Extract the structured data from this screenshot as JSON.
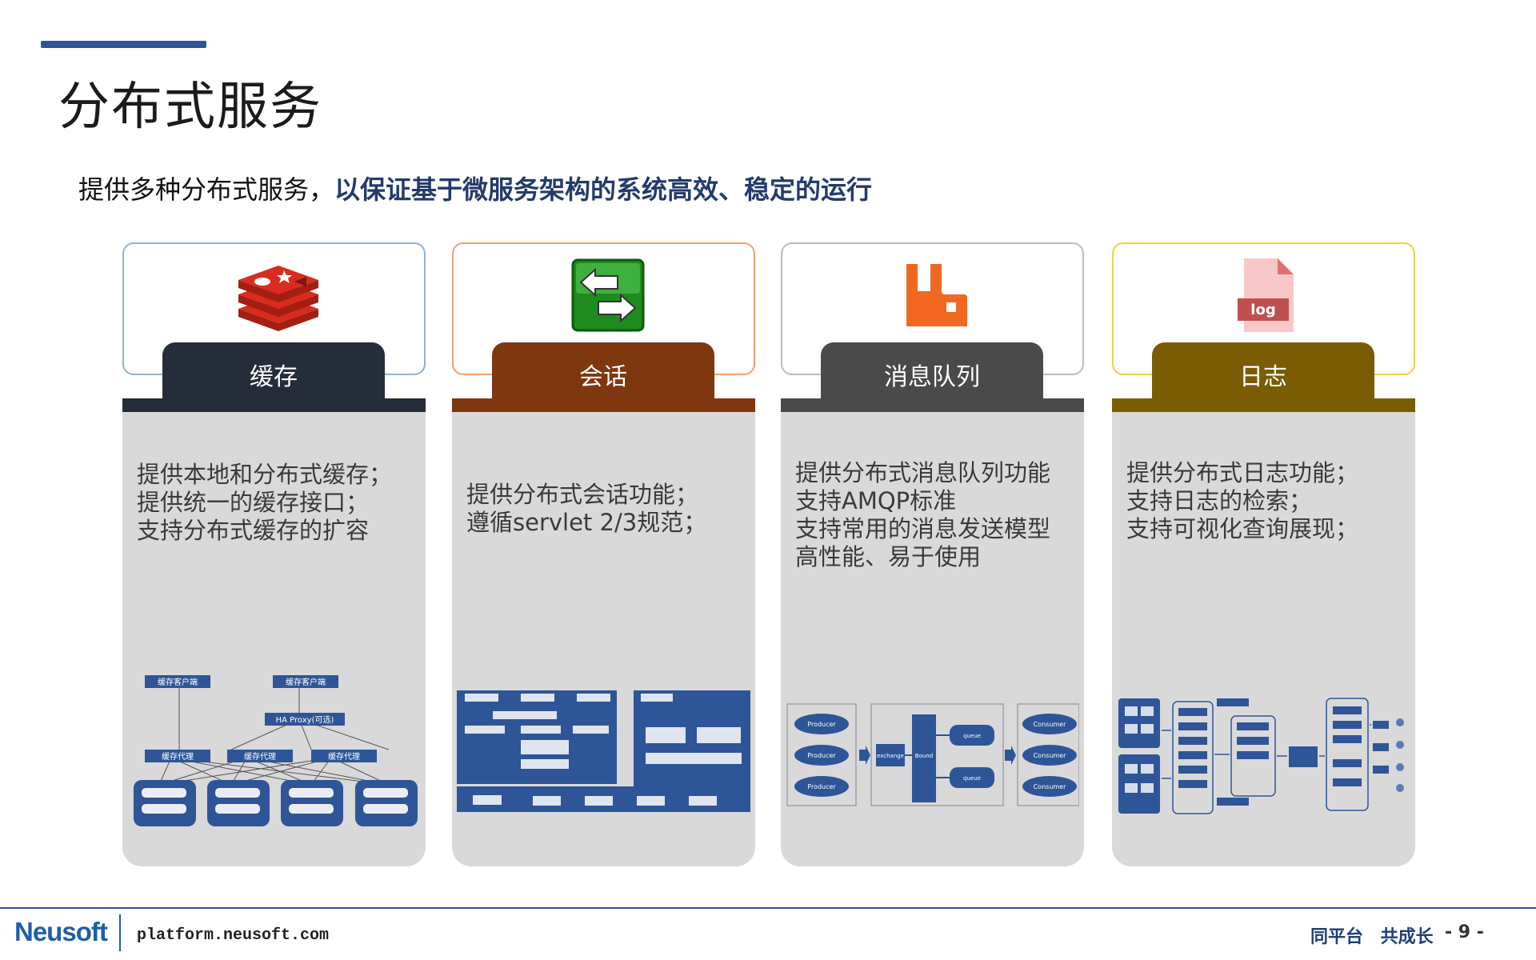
{
  "title": "分布式服务",
  "subtitle": {
    "normal": "提供多种分布式服务，",
    "bold": "以保证基于微服务架构的系统高效、稳定的运行"
  },
  "cards": [
    {
      "label": "缓存",
      "icon": "redis-icon",
      "color": "#252d3b",
      "border": "#8fb2d8",
      "lines": [
        "提供本地和分布式缓存；",
        "提供统一的缓存接口；",
        "支持分布式缓存的扩容"
      ]
    },
    {
      "label": "会话",
      "icon": "session-exchange-icon",
      "color": "#7f3710",
      "border": "#f0a070",
      "lines": [
        "提供分布式会话功能；",
        "遵循servlet 2/3规范；"
      ]
    },
    {
      "label": "消息队列",
      "icon": "rabbitmq-icon",
      "color": "#4a4a4a",
      "border": "#bcbcbc",
      "lines": [
        "提供分布式消息队列功能",
        "支持AMQP标准",
        "支持常用的消息发送模型",
        "高性能、易于使用"
      ]
    },
    {
      "label": "日志",
      "icon": "log-file-icon",
      "color": "#7a5c04",
      "border": "#f3d040",
      "lines": [
        "提供分布式日志功能；",
        "支持日志的检索；",
        "支持可视化查询展现；"
      ]
    }
  ],
  "diagrams": {
    "cache": {
      "client1": "缓存客户端",
      "client2": "缓存客户端",
      "haproxy": "HA Proxy(可选)",
      "proxy1": "缓存代理",
      "proxy2": "缓存代理",
      "proxy3": "缓存代理"
    },
    "mq": {
      "producer": "Producer",
      "consumer": "Consumer",
      "exchange": "exchange",
      "bound": "Bound",
      "queue": "queue"
    }
  },
  "footer": {
    "logo": "Neusoft",
    "site": "platform.neusoft.com",
    "slogan": "同平台 共成长",
    "page": "- 9 -"
  }
}
